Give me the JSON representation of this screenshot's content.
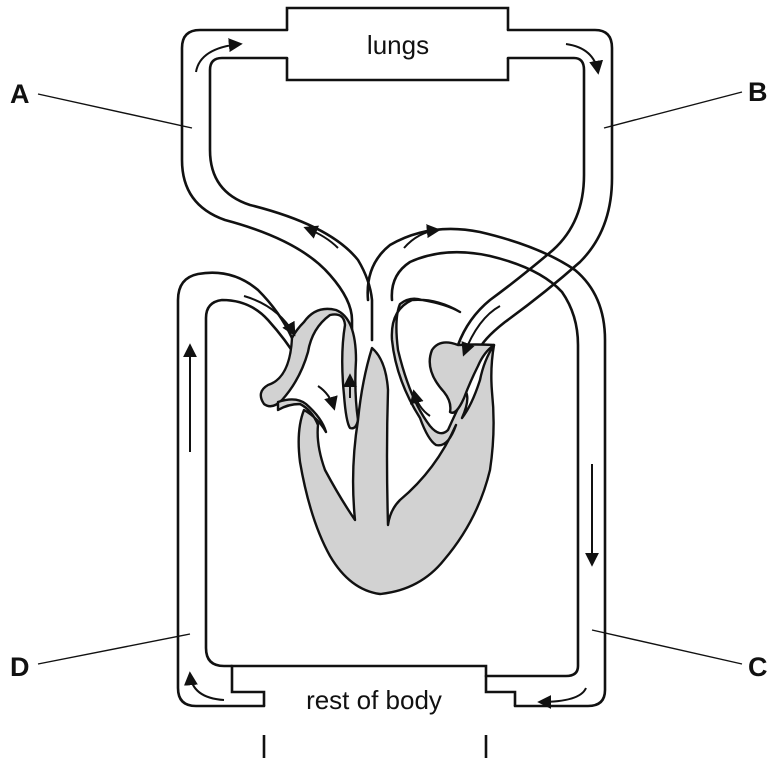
{
  "organs": {
    "lungs": "lungs",
    "body": "rest of body"
  },
  "vessel_labels": {
    "a": "A",
    "b": "B",
    "c": "C",
    "d": "D"
  }
}
